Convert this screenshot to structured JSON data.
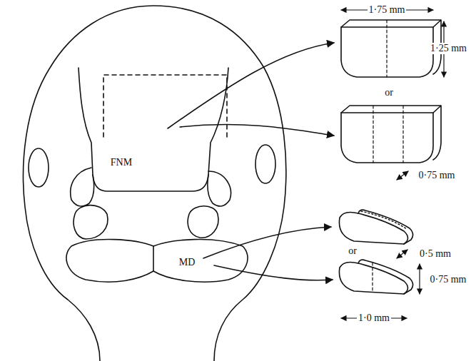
{
  "diagram": {
    "labels": [
      "FNM",
      "MD",
      "1·75 mm",
      "1·25 mm",
      "or",
      "0·75 mm",
      "or",
      "0·5 mm",
      "0·75 mm",
      "1·0 mm"
    ]
  }
}
